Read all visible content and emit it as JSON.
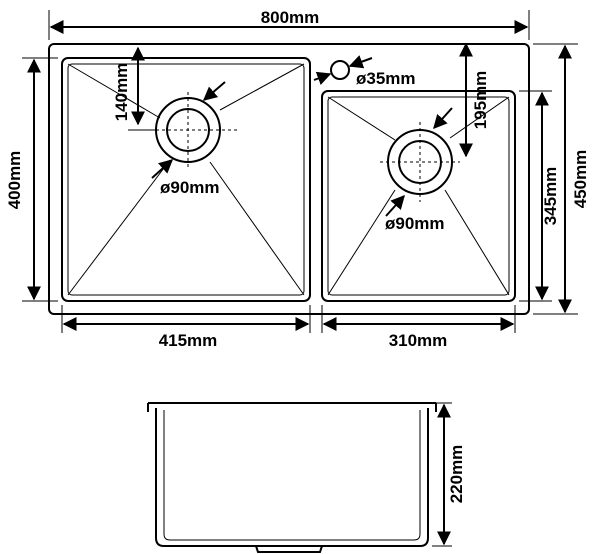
{
  "top_view": {
    "overall_width": "800mm",
    "overall_depth": "450mm",
    "large_bowl_width": "415mm",
    "large_bowl_depth": "400mm",
    "small_bowl_width": "310mm",
    "small_bowl_depth": "345mm",
    "large_drain_offset": "140mm",
    "small_drain_offset": "195mm",
    "large_drain_diameter": "ø90mm",
    "small_drain_diameter": "ø90mm",
    "tap_hole_diameter": "ø35mm"
  },
  "side_view": {
    "bowl_height": "220mm"
  }
}
